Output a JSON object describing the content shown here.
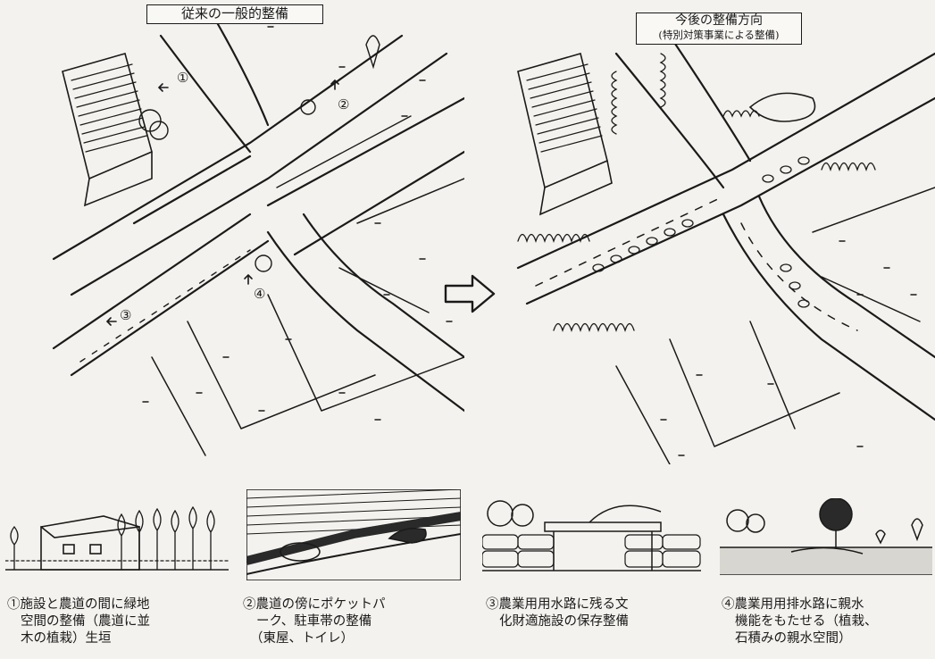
{
  "left_panel": {
    "title": "従来の一般的整備",
    "markers": [
      "①",
      "②",
      "③",
      "④"
    ]
  },
  "right_panel": {
    "title_line1": "今後の整備方向",
    "title_line2": "(特別対策事業による整備)"
  },
  "captions": [
    {
      "lines": [
        "①施設と農道の間に緑地",
        "空間の整備（農道に並",
        "木の植栽）生垣"
      ]
    },
    {
      "lines": [
        "②農道の傍にポケットパ",
        "ーク、駐車帯の整備",
        "（東屋、トイレ）"
      ]
    },
    {
      "lines": [
        "③農業用用水路に残る文",
        "化財適施設の保存整備"
      ]
    },
    {
      "lines": [
        "④農業用用排水路に親水",
        "機能をもたせる（植栽、",
        "石積みの親水空間）"
      ]
    }
  ]
}
